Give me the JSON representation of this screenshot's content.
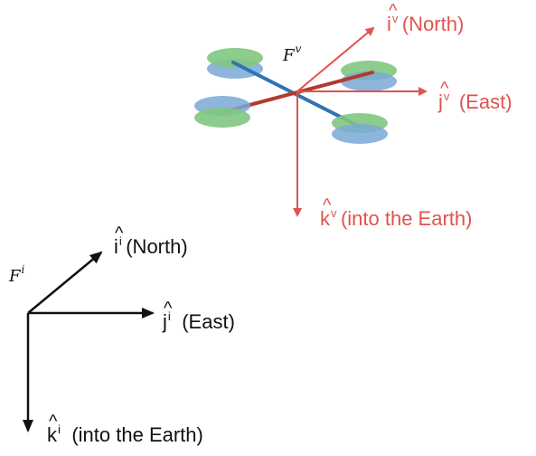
{
  "colors": {
    "vehicle_axes": "#e0534f",
    "inertial_axes": "#111111",
    "arm_a": "#2f73b5",
    "arm_b": "#b23a2c",
    "rotor_green": "#7fc77f",
    "rotor_blue": "#7aa9d6"
  },
  "vehicle_frame": {
    "label_letter": "F",
    "label_sup": "v",
    "axes": [
      {
        "symbol": "i",
        "sup": "v",
        "text": "(North)",
        "icon": "hat-accent"
      },
      {
        "symbol": "j",
        "sup": "v",
        "text": "(East)",
        "icon": "hat-accent"
      },
      {
        "symbol": "k",
        "sup": "v",
        "text": "(into the Earth)",
        "icon": "hat-accent"
      }
    ]
  },
  "inertial_frame": {
    "label_letter": "F",
    "label_sup": "i",
    "axes": [
      {
        "symbol": "i",
        "sup": "i",
        "text": "(North)",
        "icon": "hat-accent"
      },
      {
        "symbol": "j",
        "sup": "i",
        "text": "(East)",
        "icon": "hat-accent"
      },
      {
        "symbol": "k",
        "sup": "i",
        "text": "(into the Earth)",
        "icon": "hat-accent"
      }
    ]
  }
}
